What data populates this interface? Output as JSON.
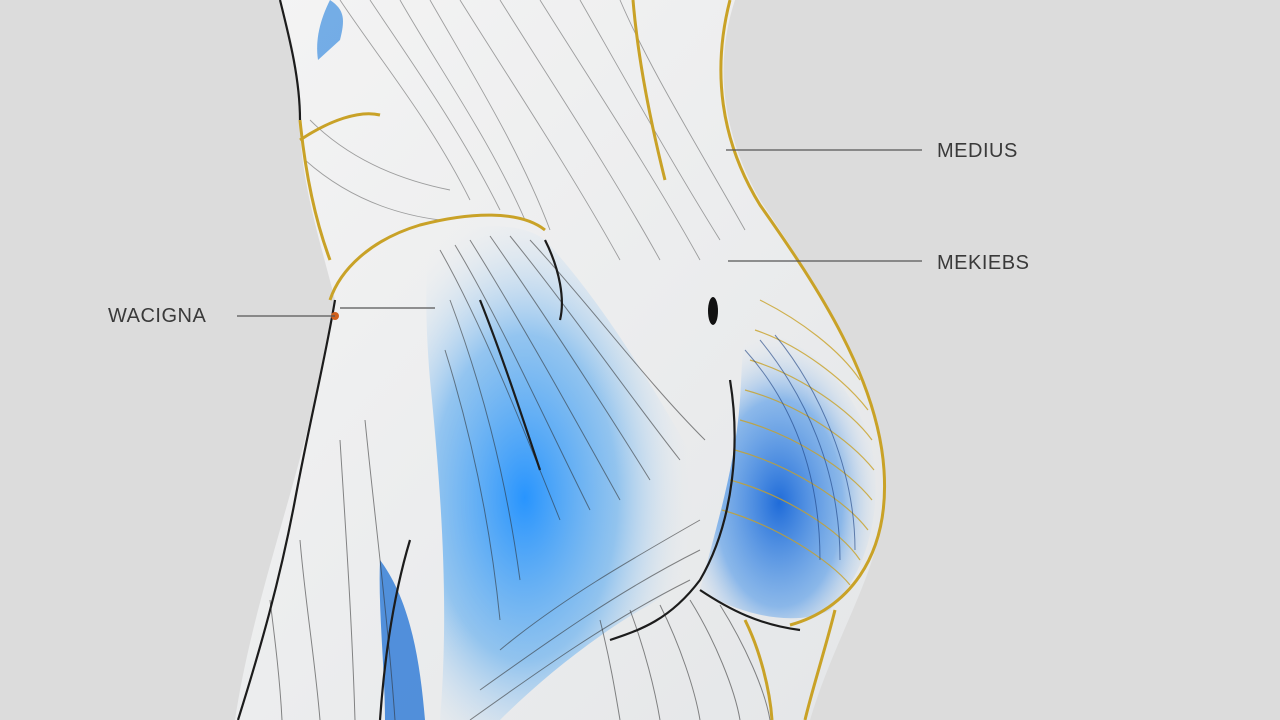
{
  "labels": {
    "upper_right": "MEDIUS",
    "middle_right": "MEKIEBS",
    "left": "WACIGNA"
  },
  "colors": {
    "background": "#dcdcdc",
    "outline_gold": "#c9a227",
    "muscle_blue": "#1e7fe0",
    "fiber_dark": "#2b2b2b",
    "leader_line": "#555555",
    "accent_orange": "#d0601c"
  }
}
